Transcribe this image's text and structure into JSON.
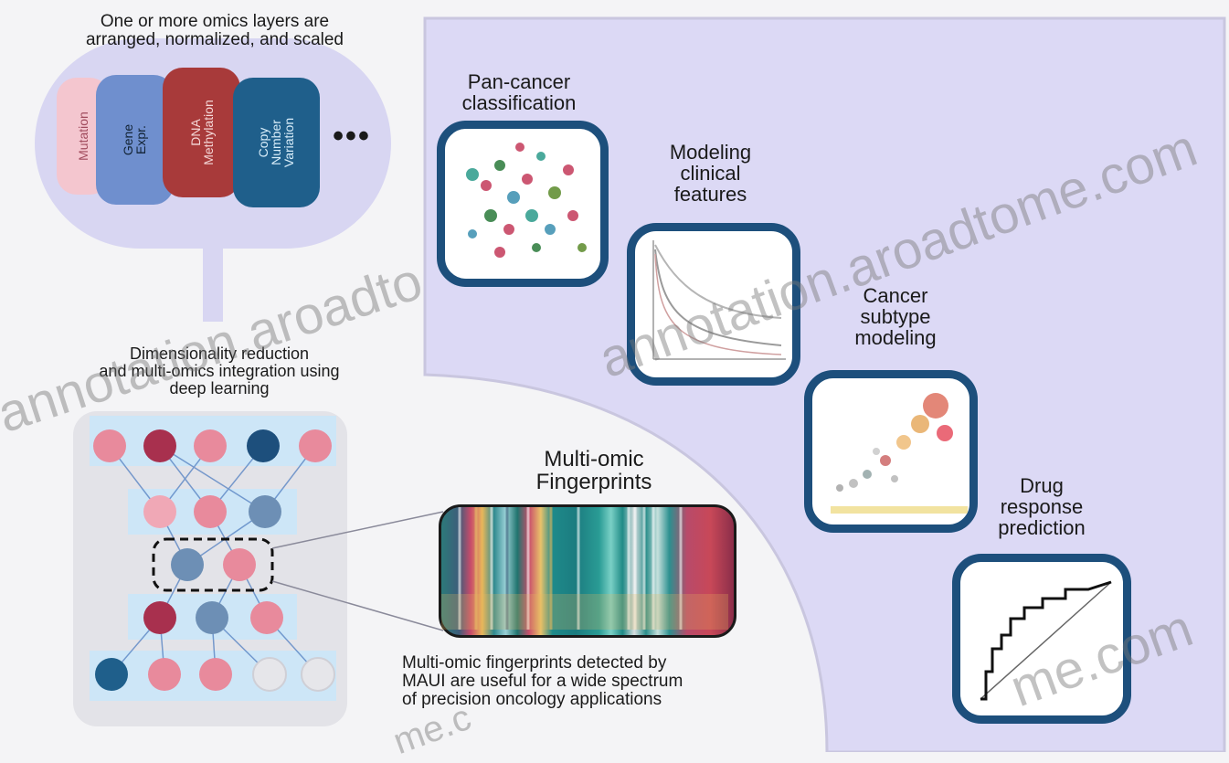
{
  "panels": {
    "omics": {
      "caption_line1": "One or more omics layers are",
      "caption_line2": "arranged, normalized, and scaled",
      "layers": [
        "Mutation",
        "Gene\nExpr.",
        "DNA\nMethylation",
        "Copy\nNumber\nVariation"
      ],
      "more": "•••",
      "colors": [
        "#f4c6cf",
        "#6f8fce",
        "#a83a3a",
        "#1f5f8b"
      ]
    },
    "dl": {
      "caption_line1": "Dimensionality reduction",
      "caption_line2": "and multi-omics integration using",
      "caption_line3": "deep learning"
    },
    "fingerprints": {
      "title_line1": "Multi-omic",
      "title_line2": "Fingerprints"
    },
    "summary": {
      "line1": "Multi-omic fingerprints detected by",
      "line2": "MAUI are useful for a wide spectrum",
      "line3": "of precision oncology applications"
    },
    "applications": [
      {
        "line1": "Pan-cancer",
        "line2": "classification",
        "line3": ""
      },
      {
        "line1": "Modeling",
        "line2": "clinical",
        "line3": "features"
      },
      {
        "line1": "Cancer",
        "line2": "subtype",
        "line3": "modeling"
      },
      {
        "line1": "Drug",
        "line2": "response",
        "line3": "prediction"
      }
    ]
  },
  "watermark": {
    "left": "annotation.aroadto",
    "middle": "annotation.aroadtome.com",
    "bottom": "me.com",
    "bottom_left": "me.c"
  },
  "palette": {
    "lavender": "#dcd9f5",
    "light_blue": "#cde6f7",
    "navy": "#1d4f7c",
    "pink": "#e88a9c",
    "crimson": "#a8304e",
    "steel": "#6d8fb5",
    "dark_blue": "#1f5f8b"
  }
}
